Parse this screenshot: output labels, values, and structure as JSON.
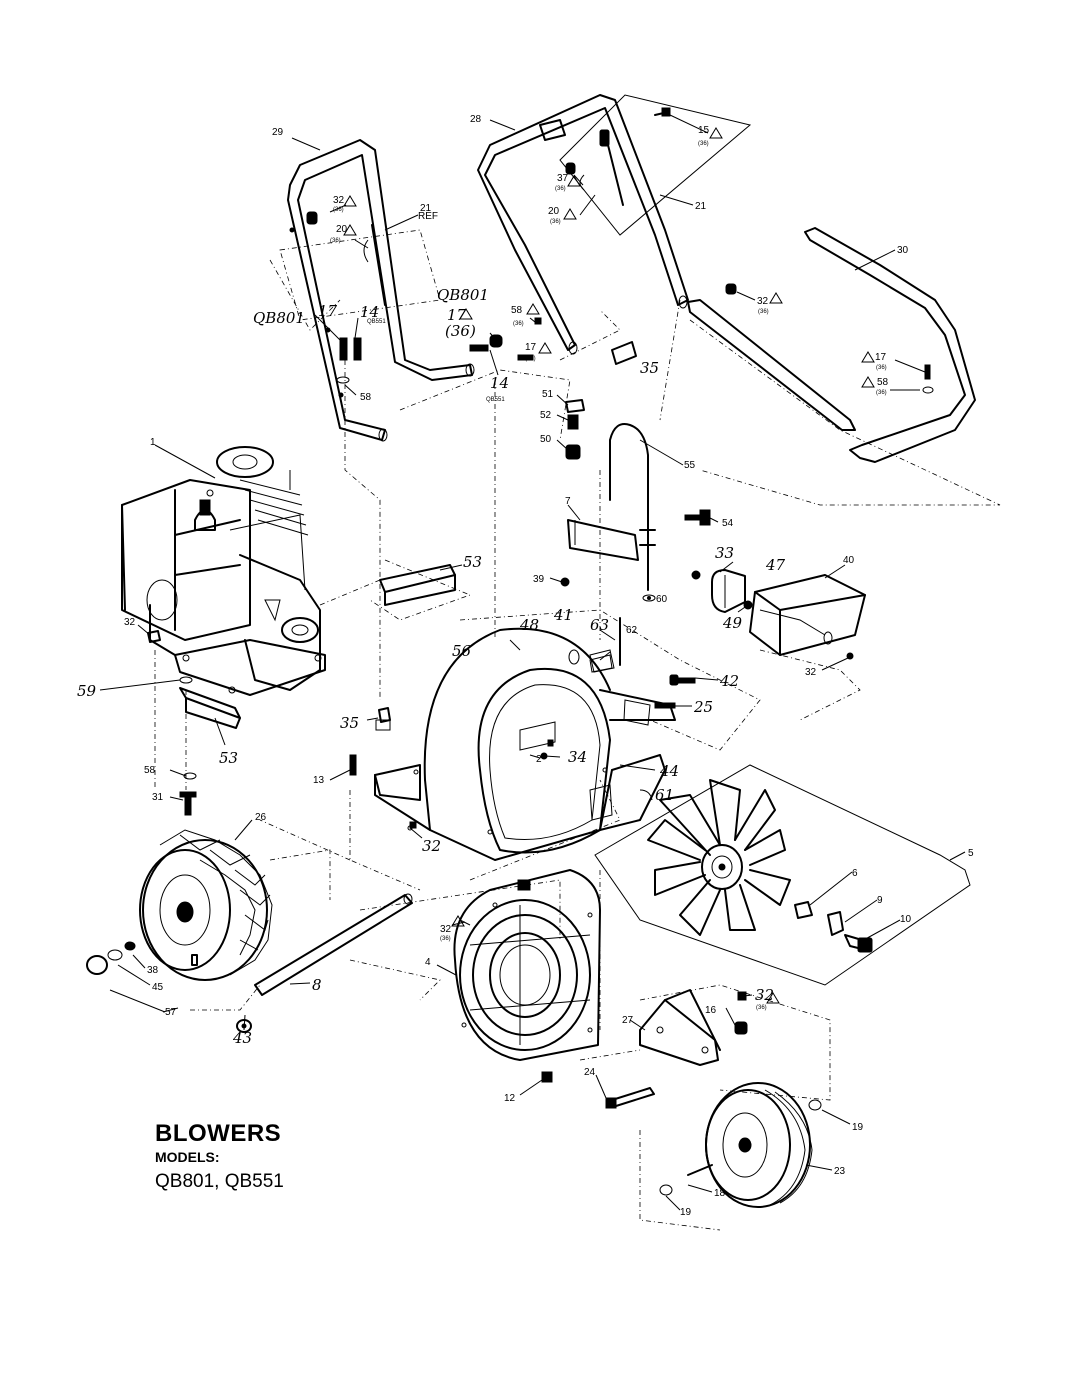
{
  "title": {
    "heading": "BLOWERS",
    "models_label": "MODELS:",
    "models": "QB801, QB551"
  },
  "callouts": {
    "c1": "1",
    "c2": "2",
    "c4": "4",
    "c5": "5",
    "c6": "6",
    "c7": "7",
    "c8": "8",
    "c9": "9",
    "c10": "10",
    "c12": "12",
    "c13": "13",
    "c14a": "14",
    "c14b": "14",
    "c15": "15",
    "c16": "16",
    "c17a": "17",
    "c17b": "17",
    "c17c": "17",
    "c17d": "17",
    "c18": "18",
    "c19a": "19",
    "c19b": "19",
    "c20a": "20",
    "c20b": "20",
    "c21a": "21",
    "c21b": "21",
    "c23": "23",
    "c24": "24",
    "c25": "25",
    "c26": "26",
    "c27": "27",
    "c28": "28",
    "c29": "29",
    "c30": "30",
    "c31": "31",
    "c32a": "32",
    "c32b": "32",
    "c32c": "32",
    "c32d": "32",
    "c32e": "32",
    "c32f": "32",
    "c32g": "32",
    "c33": "33",
    "c34": "34",
    "c35a": "35",
    "c35b": "35",
    "c37": "37",
    "c38": "38",
    "c39": "39",
    "c40": "40",
    "c41": "41",
    "c42": "42",
    "c43": "43",
    "c44": "44",
    "c45": "45",
    "c47": "47",
    "c48": "48",
    "c49": "49",
    "c50": "50",
    "c51": "51",
    "c52": "52",
    "c53a": "53",
    "c53b": "53",
    "c54": "54",
    "c55": "55",
    "c56": "56",
    "c57": "57",
    "c58a": "58",
    "c58b": "58",
    "c58c": "58",
    "c58d": "58",
    "c59": "59",
    "c60": "60",
    "c61": "61",
    "c62": "62",
    "c63": "63",
    "ref": "REF",
    "qb801a": "QB801",
    "qb801b": "QB801",
    "qb551a": "QB551",
    "qb551b": "QB551",
    "paren36": "(36)",
    "small36": "(36)"
  }
}
